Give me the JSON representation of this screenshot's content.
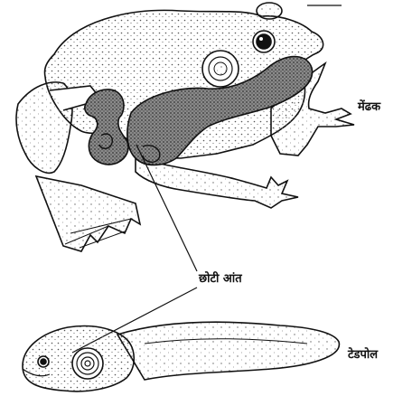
{
  "labels": {
    "frog": "मेंढक",
    "small_intestine": "छोटी आंत",
    "tadpole": "टेडपोल"
  },
  "colors": {
    "ink": "#111111",
    "stipple": "#555555",
    "shade": "#6a6a6a",
    "background": "#ffffff"
  }
}
